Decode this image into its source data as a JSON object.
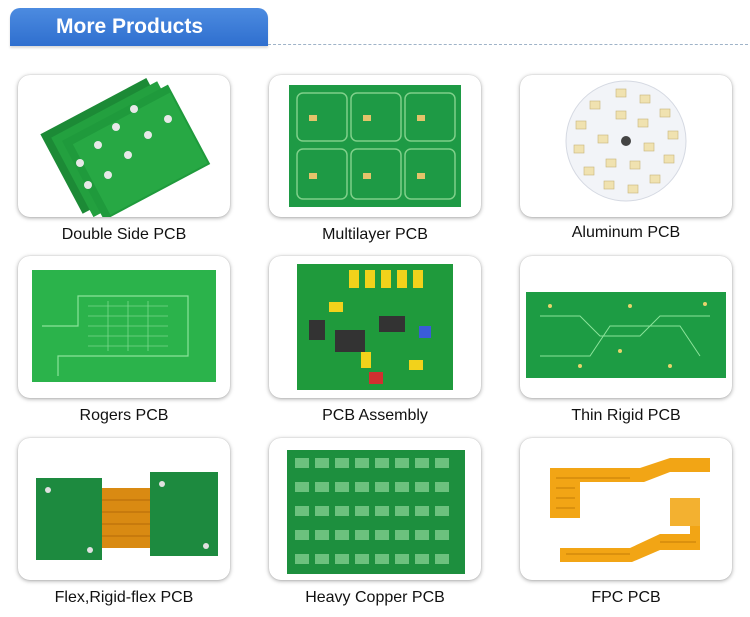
{
  "header": {
    "title": "More Products"
  },
  "products": [
    {
      "label": "Double Side PCB"
    },
    {
      "label": "Multilayer PCB"
    },
    {
      "label": "Aluminum PCB"
    },
    {
      "label": "Rogers PCB"
    },
    {
      "label": "PCB Assembly"
    },
    {
      "label": "Thin Rigid PCB"
    },
    {
      "label": "Flex,Rigid-flex PCB"
    },
    {
      "label": "Heavy Copper PCB"
    },
    {
      "label": "FPC PCB"
    }
  ],
  "colors": {
    "header_blue": "#3a7bd8",
    "pcb_green": "#1f9a3c",
    "flex_orange": "#f2a515"
  }
}
